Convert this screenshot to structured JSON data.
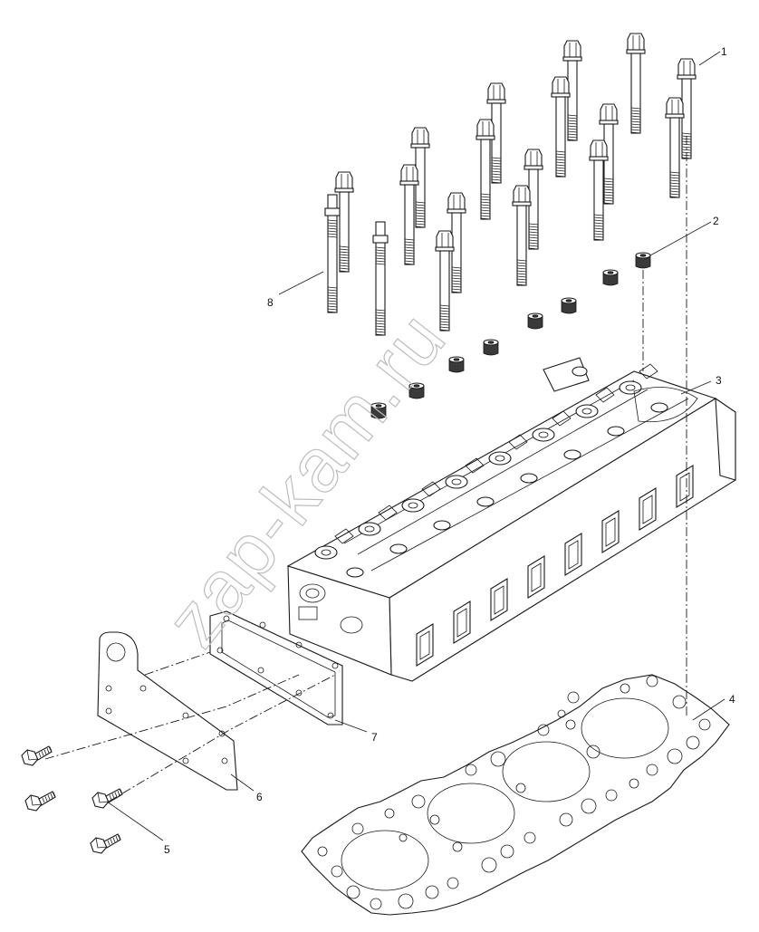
{
  "watermark": "zap-kam.ru",
  "callouts": [
    {
      "id": "1",
      "label": "1"
    },
    {
      "id": "2",
      "label": "2"
    },
    {
      "id": "3",
      "label": "3"
    },
    {
      "id": "4",
      "label": "4"
    },
    {
      "id": "5",
      "label": "5"
    },
    {
      "id": "6",
      "label": "6"
    },
    {
      "id": "7",
      "label": "7"
    },
    {
      "id": "8",
      "label": "8"
    }
  ]
}
